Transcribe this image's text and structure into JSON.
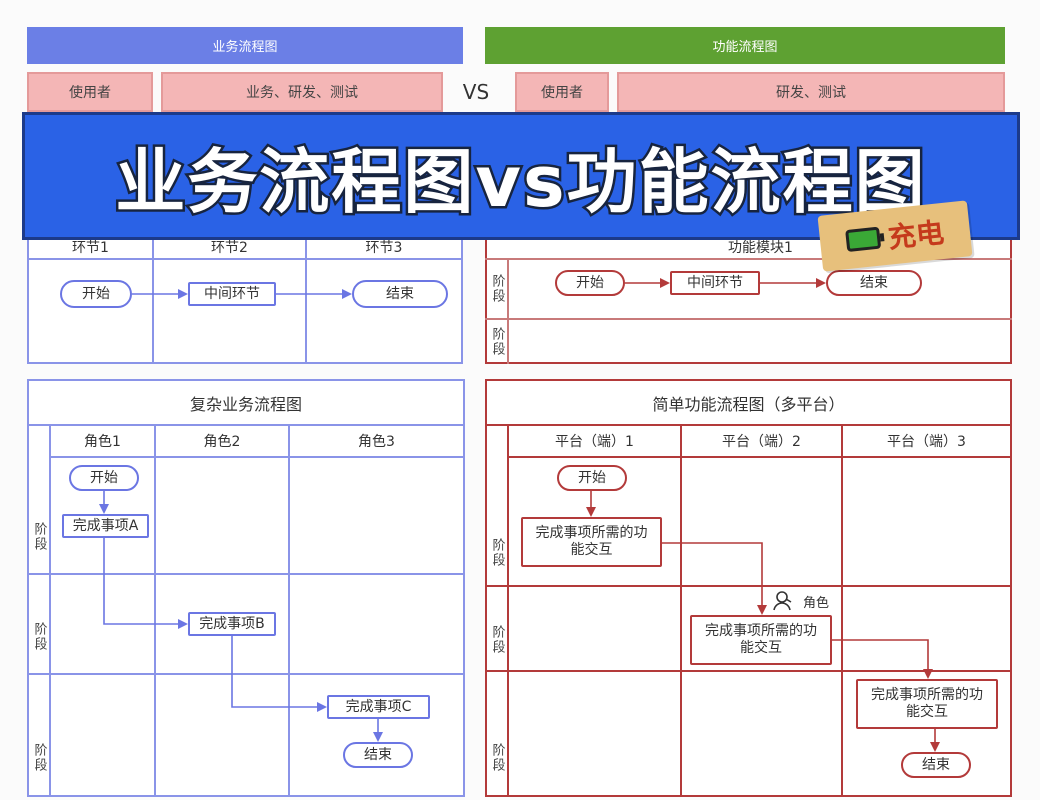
{
  "top": {
    "left_header": "业务流程图",
    "right_header": "功能流程图",
    "vs": "VS",
    "left_user_label": "使用者",
    "left_user_value": "业务、研发、测试",
    "right_user_label": "使用者",
    "right_user_value": "研发、测试"
  },
  "banner": {
    "title": "业务流程图vs功能流程图",
    "badge_text": "充电"
  },
  "simple_business": {
    "columns": [
      "环节1",
      "环节2",
      "环节3"
    ],
    "nodes": {
      "start": "开始",
      "middle": "中间环节",
      "end": "结束"
    }
  },
  "simple_function": {
    "module": "功能模块1",
    "stage_labels": [
      "阶段",
      "阶段"
    ],
    "nodes": {
      "start": "开始",
      "middle": "中间环节",
      "end": "结束"
    }
  },
  "complex_business": {
    "title": "复杂业务流程图",
    "columns": [
      "角色1",
      "角色2",
      "角色3"
    ],
    "stage_labels": [
      "阶段",
      "阶段",
      "阶段"
    ],
    "nodes": {
      "start": "开始",
      "a": "完成事项A",
      "b": "完成事项B",
      "c": "完成事项C",
      "end": "结束"
    }
  },
  "multi_platform": {
    "title": "简单功能流程图（多平台）",
    "columns": [
      "平台（端）1",
      "平台（端）2",
      "平台（端）3"
    ],
    "stage_labels": [
      "阶段",
      "阶段",
      "阶段"
    ],
    "role_label": "角色",
    "nodes": {
      "start": "开始",
      "f1": "完成事项所需的功能交互",
      "f2": "完成事项所需的功能交互",
      "f3": "完成事项所需的功能交互",
      "end": "结束"
    }
  },
  "colors": {
    "business_blue": "#6b76e3",
    "function_green": "#5ea132",
    "function_red": "#b33a3a",
    "banner_blue": "#2a62e6"
  }
}
